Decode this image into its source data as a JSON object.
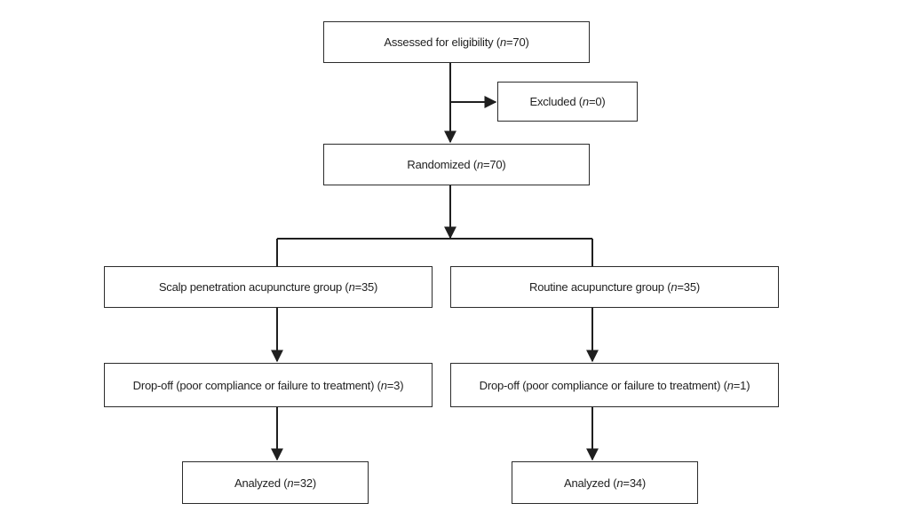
{
  "flow": {
    "assessed": {
      "label": "Assessed for eligibility (",
      "n_var": "n",
      "n_rest": "=70)"
    },
    "excluded": {
      "label": "Excluded (",
      "n_var": "n",
      "n_rest": "=0)"
    },
    "randomized": {
      "label": "Randomized (",
      "n_var": "n",
      "n_rest": "=70)"
    },
    "left_group": {
      "allocation": {
        "label": "Scalp penetration acupuncture group (",
        "n_var": "n",
        "n_rest": "=35)"
      },
      "dropoff": {
        "label": "Drop-off (poor compliance or failure to treatment) (",
        "n_var": "n",
        "n_rest": "=3)"
      },
      "analyzed": {
        "label": "Analyzed (",
        "n_var": "n",
        "n_rest": "=32)"
      }
    },
    "right_group": {
      "allocation": {
        "label": "Routine acupuncture group (",
        "n_var": "n",
        "n_rest": "=35)"
      },
      "dropoff": {
        "label": "Drop-off (poor compliance or failure to treatment) (",
        "n_var": "n",
        "n_rest": "=1)"
      },
      "analyzed": {
        "label": "Analyzed (",
        "n_var": "n",
        "n_rest": "=34)"
      }
    }
  },
  "colors": {
    "line": "#1f1f1f",
    "box_border": "#2b2b2b",
    "text": "#1f1f1f",
    "background": "#ffffff"
  }
}
